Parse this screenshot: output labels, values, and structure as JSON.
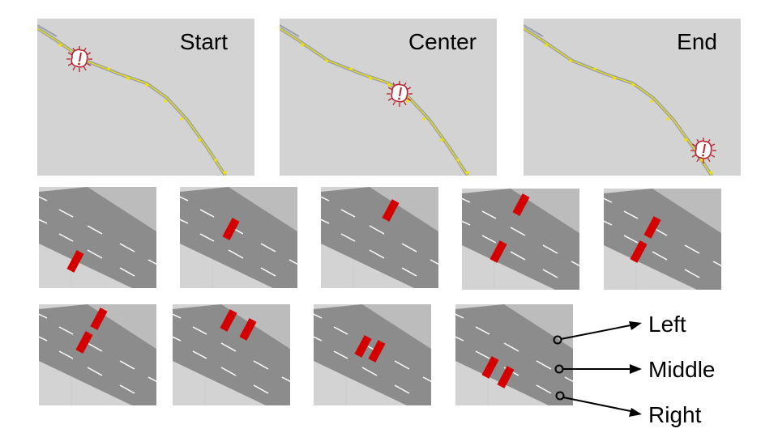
{
  "top_row": {
    "panels": [
      {
        "label": "Start",
        "marker_position": "start"
      },
      {
        "label": "Center",
        "marker_position": "center"
      },
      {
        "label": "End",
        "marker_position": "end"
      }
    ],
    "marker_icon": "warning-exclamation-icon"
  },
  "lane_labels": [
    "Left",
    "Middle",
    "Right"
  ],
  "colors": {
    "panel_background": "#d3d3d3",
    "road": "#8c8c8c",
    "road_light": "#a6a6a6",
    "lane_marking": "#ffffff",
    "obstacle": "#d40000",
    "path_line": "#9aa0a8",
    "path_points": "#f2e400",
    "marker_stroke": "#b8232f"
  }
}
